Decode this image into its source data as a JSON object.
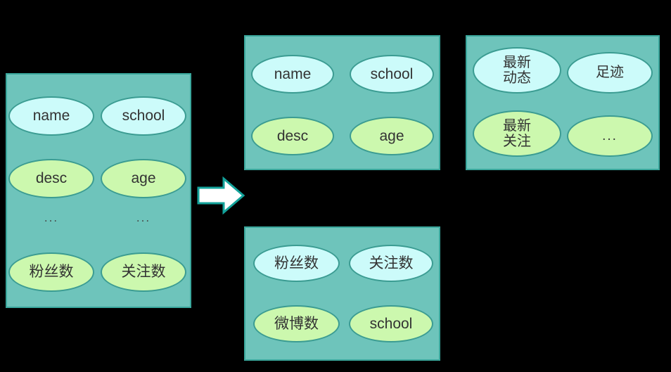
{
  "diagram": {
    "title": "user profile field sharding diagram",
    "colors": {
      "background": "#000000",
      "group_fill": "#6ec4bb",
      "group_border": "#3aa79c",
      "node_cyan_fill": "#ccfbfa",
      "node_green_fill": "#ccf8ae",
      "node_border": "#3b9c92",
      "text": "#333333",
      "arrow_fill": "#ffffff",
      "arrow_border": "#13a39b"
    },
    "arrow": {
      "name": "right-arrow",
      "direction": "right"
    },
    "groups": [
      {
        "id": "source-group",
        "name": "source-field-group",
        "nodes": [
          {
            "label": "name",
            "style": "cyan"
          },
          {
            "label": "school",
            "style": "cyan"
          },
          {
            "label": "desc",
            "style": "green"
          },
          {
            "label": "age",
            "style": "green"
          },
          {
            "label": "粉丝数",
            "style": "green"
          },
          {
            "label": "关注数",
            "style": "green"
          }
        ],
        "ellipsis": [
          "...",
          "..."
        ]
      },
      {
        "id": "split-group-1",
        "name": "split-field-group-1",
        "nodes": [
          {
            "label": "name",
            "style": "cyan"
          },
          {
            "label": "school",
            "style": "cyan"
          },
          {
            "label": "desc",
            "style": "green"
          },
          {
            "label": "age",
            "style": "green"
          }
        ]
      },
      {
        "id": "split-group-2",
        "name": "split-field-group-2",
        "nodes": [
          {
            "label": "最新\n动态",
            "style": "cyan"
          },
          {
            "label": "足迹",
            "style": "cyan"
          },
          {
            "label": "最新\n关注",
            "style": "green"
          },
          {
            "label": "...",
            "style": "green"
          }
        ]
      },
      {
        "id": "split-group-3",
        "name": "split-field-group-3",
        "nodes": [
          {
            "label": "粉丝数",
            "style": "cyan"
          },
          {
            "label": "关注数",
            "style": "cyan"
          },
          {
            "label": "微博数",
            "style": "green"
          },
          {
            "label": "school",
            "style": "green"
          }
        ]
      }
    ]
  }
}
